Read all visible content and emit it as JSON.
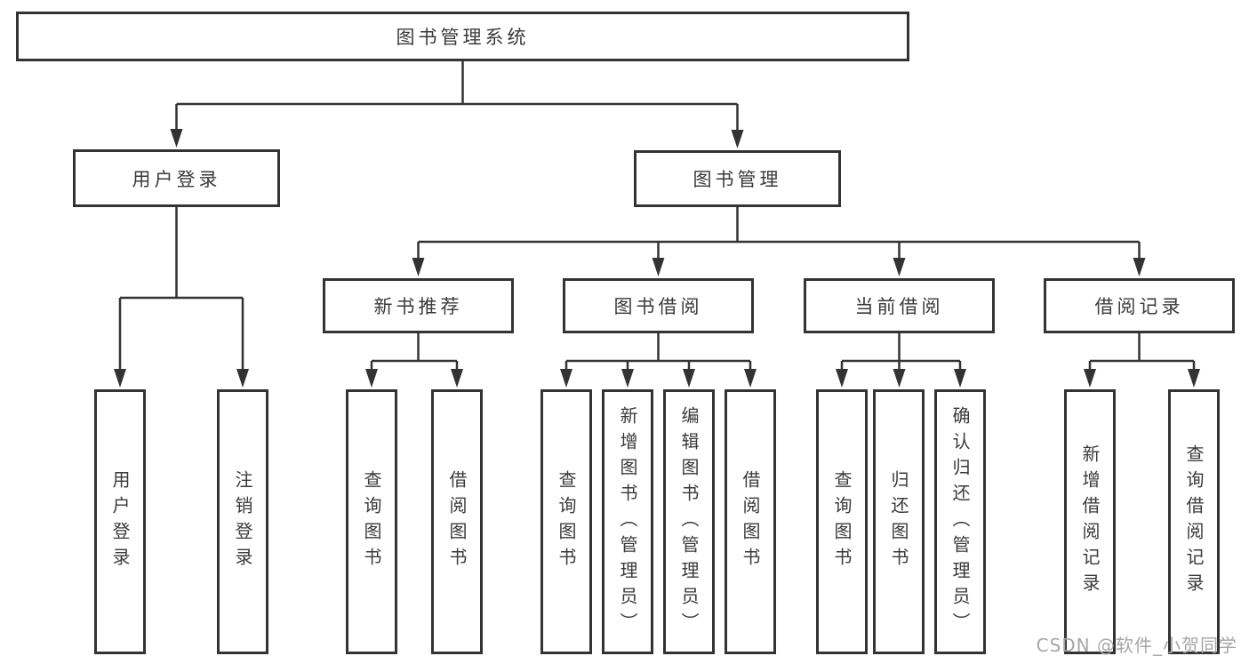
{
  "diagram": {
    "watermark": "CSDN @软件_小贺同学",
    "colors": {
      "line": "#333333",
      "ink": "#3a3a3a",
      "background": "#ffffff",
      "watermark": "#a6a6a6"
    },
    "tree": {
      "label": "图书管理系统",
      "children": [
        {
          "label": "用户登录",
          "children": [
            {
              "label": "用户登录"
            },
            {
              "label": "注销登录"
            }
          ]
        },
        {
          "label": "图书管理",
          "children": [
            {
              "label": "新书推荐",
              "children": [
                {
                  "label": "查询图书"
                },
                {
                  "label": "借阅图书"
                }
              ]
            },
            {
              "label": "图书借阅",
              "children": [
                {
                  "label": "查询图书"
                },
                {
                  "label": "新增图书（管理员）"
                },
                {
                  "label": "编辑图书（管理员）"
                },
                {
                  "label": "借阅图书"
                }
              ]
            },
            {
              "label": "当前借阅",
              "children": [
                {
                  "label": "查询图书"
                },
                {
                  "label": "归还图书"
                },
                {
                  "label": "确认归还（管理员）"
                }
              ]
            },
            {
              "label": "借阅记录",
              "children": [
                {
                  "label": "新增借阅记录"
                },
                {
                  "label": "查询借阅记录"
                }
              ]
            }
          ]
        }
      ]
    }
  }
}
